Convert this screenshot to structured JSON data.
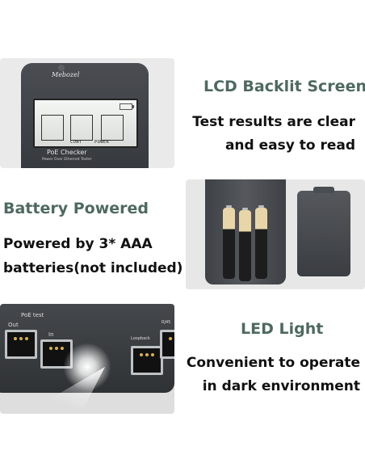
{
  "section_lcd": {
    "heading": "LCD Backlit Screen",
    "line1": "Test results are clear",
    "line2": "and easy to read"
  },
  "section_battery": {
    "heading": "Battery Powered",
    "line1": "Powered by 3* AAA",
    "line2": "batteries(not included)"
  },
  "section_led": {
    "heading": "LED Light",
    "line1": "Convenient to operate",
    "line2": "in dark environment"
  },
  "device": {
    "brand": "Mebozel",
    "screen_labels": [
      "CONT",
      "POWER"
    ],
    "name": "PoE Checker",
    "subtitle": "Power Over Ethernet Tester",
    "silk_poe": "PoE test",
    "silk_out": "Out",
    "silk_in": "In",
    "silk_loopback": "Loopback",
    "silk_rj45": "RJ45"
  },
  "colors": {
    "heading": "#4e6a60",
    "body_text": "#111111",
    "panel_bg": "#e6e6e6",
    "device": "#3c3f43"
  }
}
